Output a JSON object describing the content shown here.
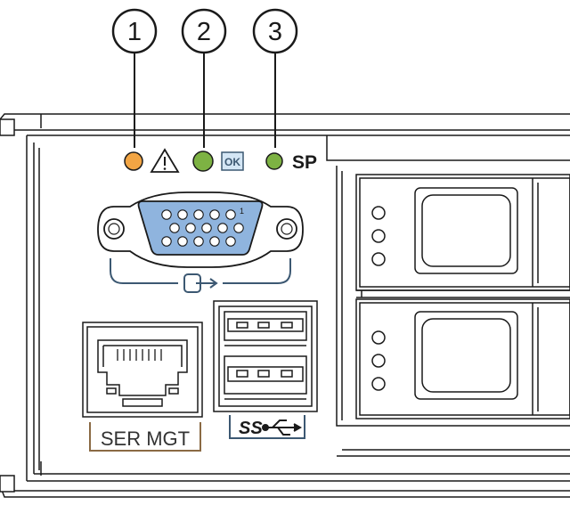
{
  "callouts": [
    {
      "number": "1"
    },
    {
      "number": "2"
    },
    {
      "number": "3"
    }
  ],
  "leds": {
    "fault": {
      "color": "#f2a544",
      "icon": "warning-triangle-icon"
    },
    "ok": {
      "color": "#7db243",
      "label": "OK"
    },
    "sp": {
      "color": "#7db243",
      "label": "SP"
    }
  },
  "vga": {
    "pin_label": "1",
    "shell_color": "#8fb4de",
    "icon": "monitor-output-icon"
  },
  "ports": {
    "ser_mgt_label": "SER MGT",
    "usb_label": "SS",
    "usb_icon": "usb-trident-icon",
    "label_border_color": "#8a6a44",
    "label_text_color": "#333333"
  },
  "colors": {
    "line": "#1a1a1a",
    "port_blue": "#3c5872",
    "panel": "#ffffff"
  }
}
